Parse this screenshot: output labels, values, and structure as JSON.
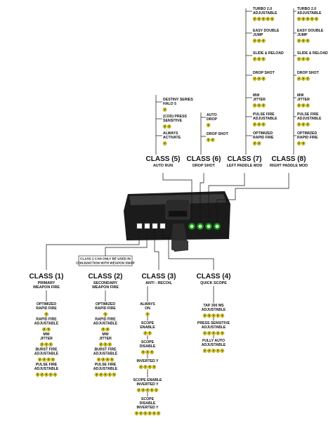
{
  "note": [
    "CLASS 2 CAN ONLY BE USED IN",
    "CONJUNCTION WITH WEAPON SWAP"
  ],
  "button_letter": "Y",
  "classes_top": [
    {
      "title": "CLASS (5)",
      "subtitle": "AUTO RUN",
      "options": [
        {
          "lines": [
            "DESTINY SERIES",
            "HALO 5"
          ],
          "buttons": 1
        },
        {
          "lines": [
            "(COD) PRESS",
            "SENSITIVE"
          ],
          "buttons": 2
        },
        {
          "lines": [
            "ALWAYS",
            "ACTIVATE"
          ],
          "buttons": 1
        }
      ]
    },
    {
      "title": "CLASS (6)",
      "subtitle": "DROP SHOT",
      "options": [
        {
          "lines": [
            "AUTO",
            "DROP"
          ],
          "buttons": 1
        },
        {
          "lines": [
            "DROP SHOT"
          ],
          "buttons": 2
        }
      ]
    },
    {
      "title": "CLASS (7)",
      "subtitle": "LEFT PADDLE MOD",
      "options": [
        {
          "lines": [
            "TURBO 2.0",
            "ADJUSTABLE"
          ],
          "buttons": 5
        },
        {
          "lines": [
            "EASY DOUBLE",
            "JUMP"
          ],
          "buttons": 3
        },
        {
          "lines": [
            "SLIDE & RELOAD"
          ],
          "buttons": 3
        },
        {
          "lines": [
            "DROP SHOT"
          ],
          "buttons": 3
        },
        {
          "lines": [
            "MW",
            "JITTER"
          ],
          "buttons": 3
        },
        {
          "lines": [
            "PULSE FIRE",
            "ADJUSTABLE"
          ],
          "buttons": 3
        },
        {
          "lines": [
            "OPTIMIZED",
            "RAPID FIRE"
          ],
          "buttons": 2
        }
      ]
    },
    {
      "title": "CLASS (8)",
      "subtitle": "RIGHT PADDLE MOD",
      "options": [
        {
          "lines": [
            "TURBO 2.0",
            "ADJUSTABLE"
          ],
          "buttons": 5
        },
        {
          "lines": [
            "EASY DOUBLE",
            "JUMP"
          ],
          "buttons": 3
        },
        {
          "lines": [
            "SLIDE & RELOAD"
          ],
          "buttons": 3
        },
        {
          "lines": [
            "DROP SHOT"
          ],
          "buttons": 3
        },
        {
          "lines": [
            "MW",
            "JITTER"
          ],
          "buttons": 3
        },
        {
          "lines": [
            "PULSE FIRE",
            "ADJUSTABLE"
          ],
          "buttons": 3
        },
        {
          "lines": [
            "OPTIMIZED",
            "RAPID FIRE"
          ],
          "buttons": 2
        }
      ]
    }
  ],
  "classes_bottom": [
    {
      "title": "CLASS (1)",
      "subtitle": [
        "PRIMARY",
        "WEAPON FIRE"
      ],
      "options": [
        {
          "lines": [
            "OPTIMIZED",
            "RAPID FIRE"
          ],
          "buttons": 1
        },
        {
          "lines": [
            "RAPID FIRE",
            "ADJUSTABLE"
          ],
          "buttons": 2
        },
        {
          "lines": [
            "MW",
            "JITTER"
          ],
          "buttons": 3
        },
        {
          "lines": [
            "BURST FIRE",
            "ADJUSTABLE"
          ],
          "buttons": 4
        },
        {
          "lines": [
            "PULSE FIRE",
            "ADJUSTABLE"
          ],
          "buttons": 5
        }
      ]
    },
    {
      "title": "CLASS (2)",
      "subtitle": [
        "SECONDARY",
        "WEAPON FIRE"
      ],
      "options": [
        {
          "lines": [
            "OPTIMIZED",
            "RAPID FIRE"
          ],
          "buttons": 1
        },
        {
          "lines": [
            "RAPID FIRE",
            "ADJUSTABLE"
          ],
          "buttons": 2
        },
        {
          "lines": [
            "MW",
            "JITTER"
          ],
          "buttons": 3
        },
        {
          "lines": [
            "BURST FIRE",
            "ADJUSTABLE"
          ],
          "buttons": 4
        },
        {
          "lines": [
            "PULSE FIRE",
            "ADJUSTABLE"
          ],
          "buttons": 5
        }
      ]
    },
    {
      "title": "CLASS (3)",
      "subtitle": [
        "ANTI - RECOIL"
      ],
      "options": [
        {
          "lines": [
            "ALWAYS",
            "ON"
          ],
          "buttons": 1
        },
        {
          "lines": [
            "SCOPE",
            "ENABLE"
          ],
          "buttons": 2
        },
        {
          "lines": [
            "SCOPE",
            "DISABLE"
          ],
          "buttons": 3
        },
        {
          "lines": [
            "INVERTED Y"
          ],
          "buttons": 4
        },
        {
          "lines": [
            "SCOPE ENABLE",
            "INVERTED Y"
          ],
          "buttons": 5
        },
        {
          "lines": [
            "SCOPE",
            "DISABLE",
            "INVERTED Y"
          ],
          "buttons": 6
        }
      ]
    },
    {
      "title": "CLASS (4)",
      "subtitle": [
        "QUICK SCOPE"
      ],
      "options": [
        {
          "lines": [
            "TAP 300 MS",
            "ADJUSTABLE"
          ],
          "buttons": 5
        },
        {
          "lines": [
            "PRESS SENSITIVE",
            "ADJUSTABLE"
          ],
          "buttons": 5
        },
        {
          "lines": [
            "FULLY AUTO",
            "ADJUSTABLE"
          ],
          "buttons": 5
        }
      ]
    }
  ]
}
